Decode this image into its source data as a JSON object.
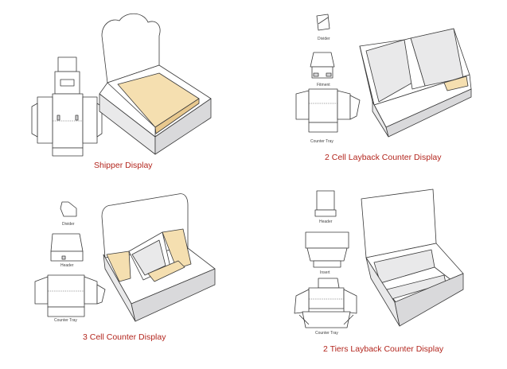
{
  "panels": [
    {
      "caption": "Shipper Display",
      "labels": []
    },
    {
      "caption": "2 Cell Layback Counter Display",
      "labels": [
        "Divider",
        "Fitment",
        "Counter Tray"
      ]
    },
    {
      "caption": "3 Cell Counter Display",
      "labels": [
        "Divider",
        "Header",
        "Counter Tray"
      ]
    },
    {
      "caption": "2 Tiers Layback Counter Display",
      "labels": [
        "Header",
        "Insert",
        "Counter Tray"
      ]
    }
  ],
  "colors": {
    "caption": "#b3261e",
    "kraft": "#f5dfb0",
    "panel_grey": "#e9e9ea"
  }
}
